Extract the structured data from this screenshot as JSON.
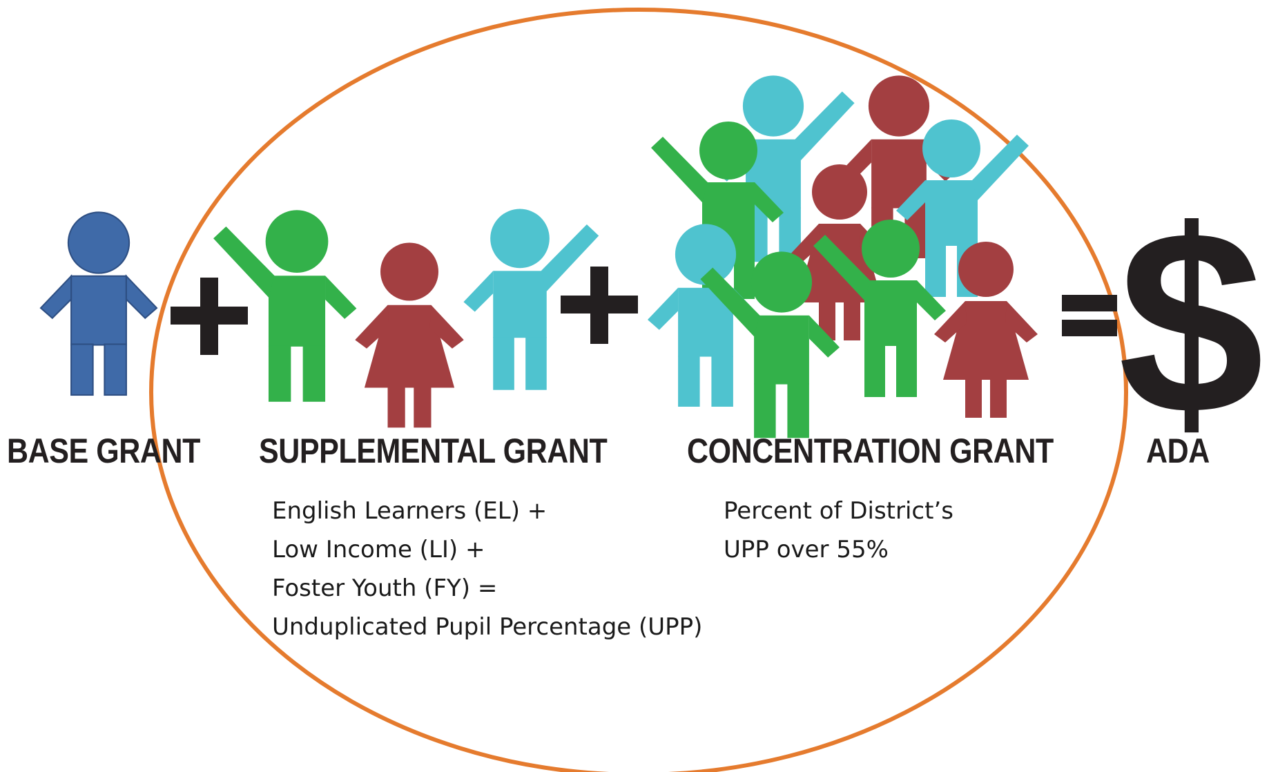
{
  "labels": {
    "base": "BASE GRANT",
    "supplemental": "SUPPLEMENTAL GRANT",
    "concentration": "CONCENTRATION GRANT",
    "ada": "ADA"
  },
  "operators": {
    "plus": "+",
    "equals": "=",
    "dollar": "$"
  },
  "supplemental_description": [
    "English Learners (EL) +",
    "Low Income (LI) +",
    "Foster Youth (FY) =",
    "Unduplicated Pupil Percentage (UPP)"
  ],
  "concentration_description": [
    "Percent of District’s",
    "UPP over 55%"
  ],
  "colors": {
    "blue": "#3f6aa8",
    "green": "#33b14a",
    "red": "#a33f41",
    "cyan": "#4fc3cf",
    "orange_outline": "#e57b2e",
    "operator": "#231f20"
  }
}
